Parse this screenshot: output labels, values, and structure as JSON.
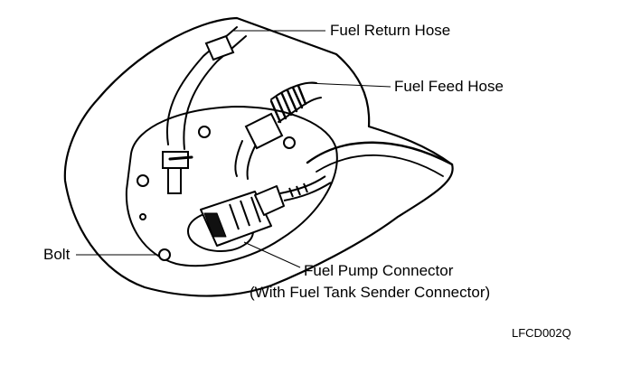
{
  "labels": {
    "fuel_return_hose": "Fuel Return Hose",
    "fuel_feed_hose": "Fuel Feed Hose",
    "bolt": "Bolt",
    "fuel_pump_connector_line1": "Fuel Pump Connector",
    "fuel_pump_connector_line2": "(With Fuel Tank Sender Connector)"
  },
  "figure_code": "LFCD002Q"
}
